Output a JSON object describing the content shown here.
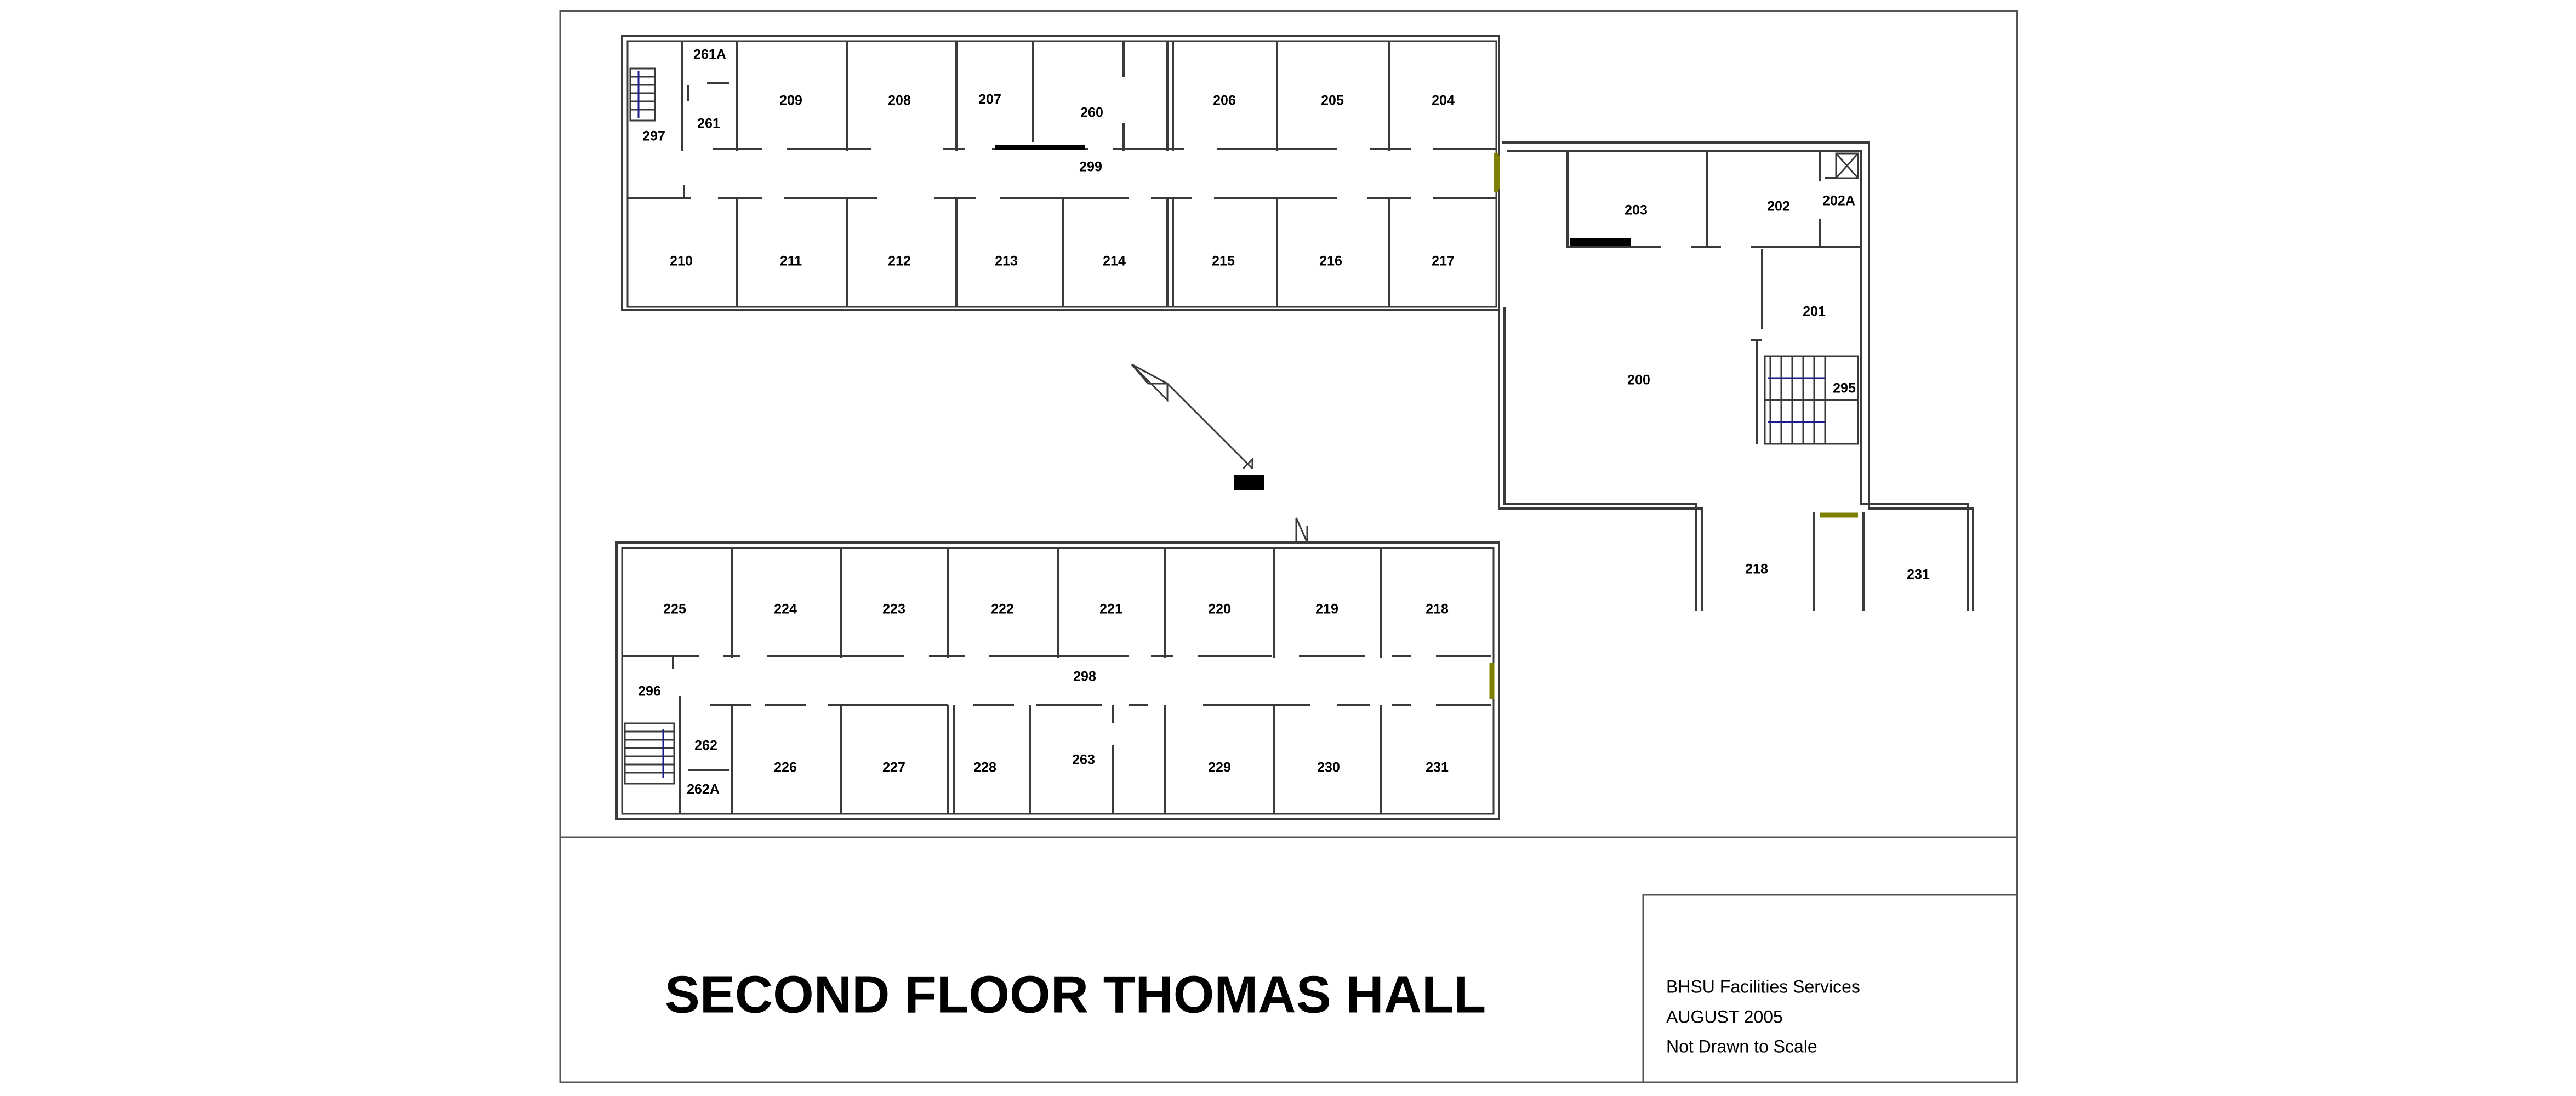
{
  "title": "SECOND FLOOR THOMAS HALL",
  "info_block": {
    "organization": "BHSU Facilities Services",
    "date": "AUGUST 2005",
    "note": "Not Drawn to Scale"
  },
  "colors": {
    "wall": "#3a3a3a",
    "door_accent": "#808000",
    "stair_arrow": "#1a1a8c",
    "background": "#ffffff"
  },
  "rooms": {
    "north_wing": [
      "261A",
      "261",
      "297",
      "209",
      "208",
      "207",
      "260",
      "206",
      "205",
      "204",
      "299",
      "210",
      "211",
      "212",
      "213",
      "214",
      "215",
      "216",
      "217"
    ],
    "east_wing": [
      "203",
      "202",
      "202A",
      "201",
      "200",
      "295",
      "218",
      "231"
    ],
    "south_wing": [
      "225",
      "224",
      "223",
      "222",
      "221",
      "220",
      "219",
      "218",
      "296",
      "298",
      "262",
      "262A",
      "226",
      "227",
      "228",
      "263",
      "229",
      "230",
      "231"
    ]
  }
}
